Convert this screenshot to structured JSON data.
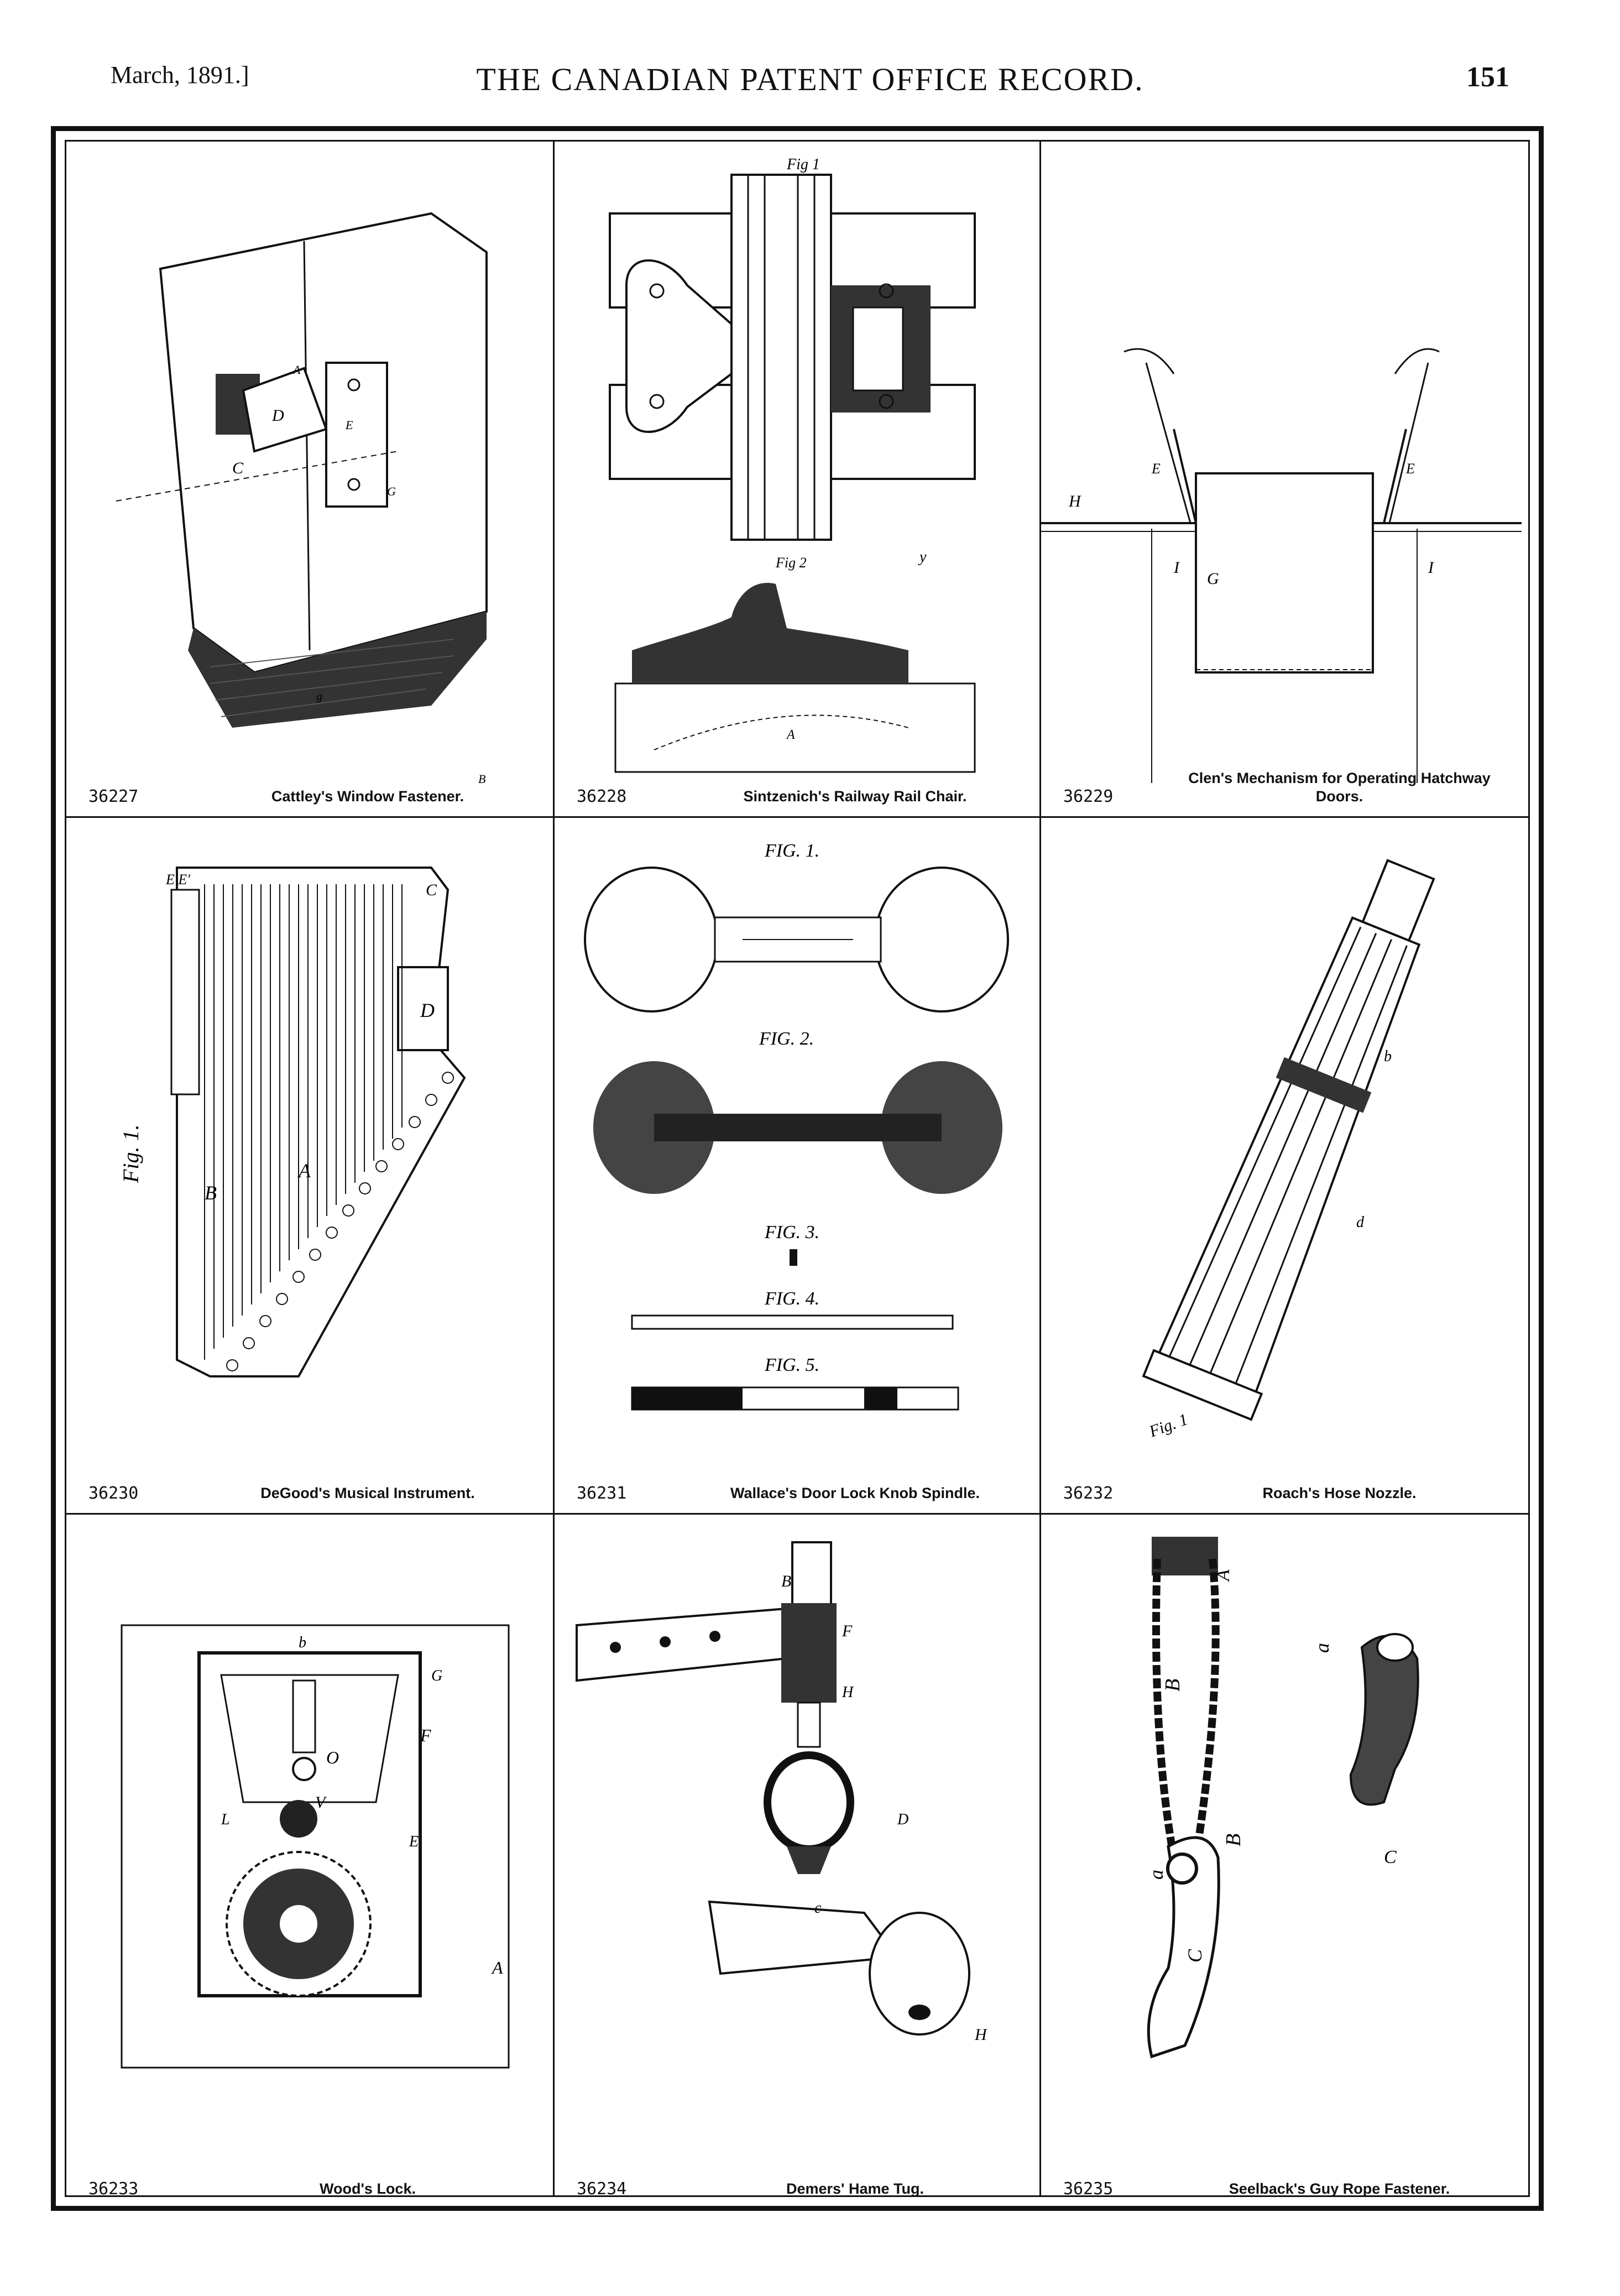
{
  "header": {
    "date": "March, 1891.]",
    "title": "THE CANADIAN PATENT OFFICE RECORD.",
    "page_number": "151"
  },
  "patents": [
    {
      "number": "36227",
      "title": "Cattley's Window Fastener."
    },
    {
      "number": "36228",
      "title": "Sintzenich's Railway Rail Chair."
    },
    {
      "number": "36229",
      "title": "Clen's Mechanism for Operating Hatchway Doors."
    },
    {
      "number": "36230",
      "title": "DeGood's Musical Instrument."
    },
    {
      "number": "36231",
      "title": "Wallace's Door Lock Knob Spindle."
    },
    {
      "number": "36232",
      "title": "Roach's Hose Nozzle."
    },
    {
      "number": "36233",
      "title": "Wood's Lock."
    },
    {
      "number": "36234",
      "title": "Demers' Hame Tug."
    },
    {
      "number": "36235",
      "title": "Seelback's Guy Rope Fastener."
    }
  ],
  "figure_labels": {
    "rail_fig1": "Fig 1",
    "rail_fig2": "Fig 2",
    "knob_fig1": "FIG. 1.",
    "knob_fig2": "FIG. 2.",
    "knob_fig3": "FIG. 3.",
    "knob_fig4": "FIG. 4.",
    "knob_fig5": "FIG. 5.",
    "harp_fig": "Fig. 1.",
    "nozzle_fig": "Fig. 1"
  }
}
